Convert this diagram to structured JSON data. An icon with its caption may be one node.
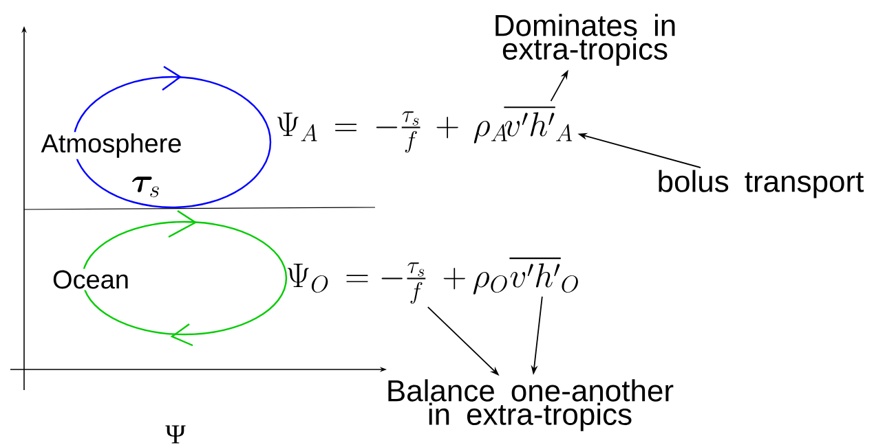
{
  "diagram": {
    "nodes": [
      {
        "text": [
          "Dominates in extra-tropics"
        ]
      },
      {
        "text": [
          "\\Psi_A \\,=\\, -\\tfrac{\\tau_s}{f} \\,+\\, \\rho_A"
        ]
      },
      {
        "text": [
          "\\overline{v'h'}_A"
        ]
      },
      {
        "text": [
          "bolus transport"
        ]
      },
      {
        "text": [
          "Atmosphere"
        ]
      },
      {
        "text": [
          "\\boldsymbol{\\tau}_s"
        ]
      },
      {
        "text": [
          "Ocean"
        ]
      },
      {
        "text": [
          "\\Psi_O \\,=\\,"
        ]
      },
      {
        "text": [
          "-\\tfrac{\\tau_s}{f}"
        ]
      },
      {
        "text": [
          "+\\, \\rho_O"
        ]
      },
      {
        "text": [
          "\\overline{v'h'}_O"
        ]
      },
      {
        "text": [
          "Balance one-another in extra-tropics"
        ]
      }
    ],
    "edges": [
      {
        "from": 2,
        "to": 0,
        "arrow": "to"
      },
      {
        "from": 3,
        "to": 2,
        "arrow": "to"
      },
      {
        "from": 8,
        "to": 11,
        "arrow": "to"
      },
      {
        "from": 10,
        "to": 11,
        "arrow": "to"
      }
    ],
    "labels": [
      "Ψ"
    ]
  }
}
